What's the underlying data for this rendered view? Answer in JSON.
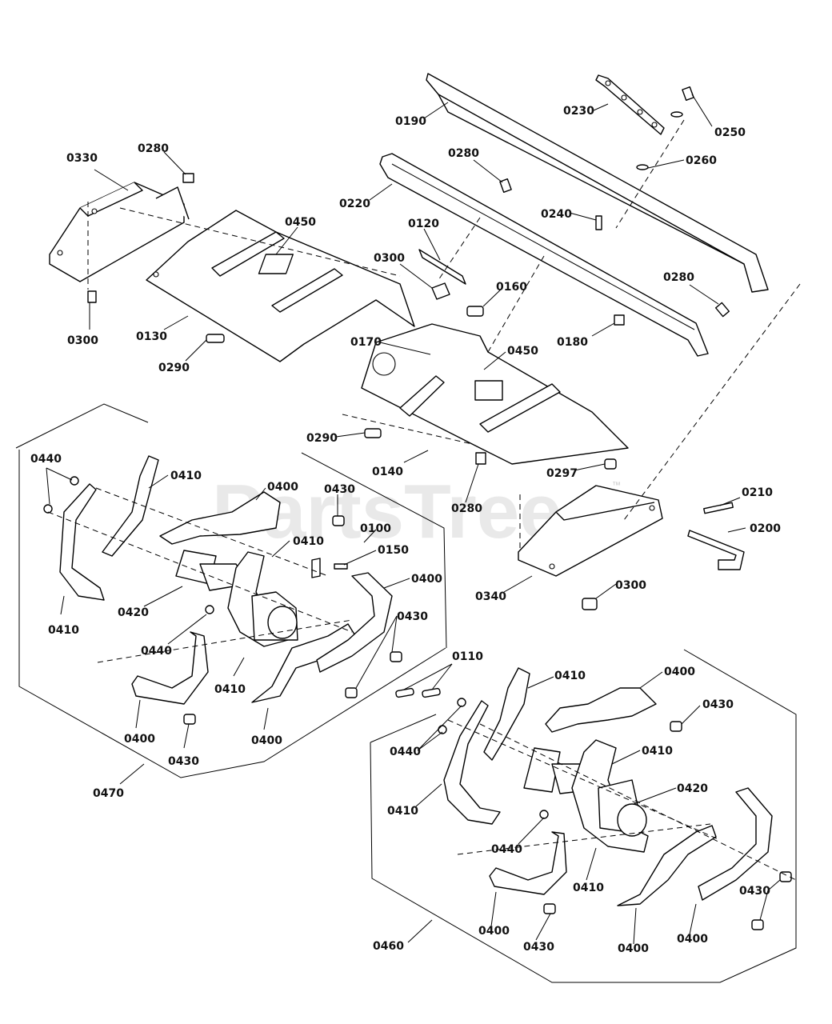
{
  "watermark": {
    "text": "PartsTree",
    "trademark": "™"
  },
  "callouts": {
    "c0330": "0330",
    "c0280a": "0280",
    "c0300a": "0300",
    "c0130": "0130",
    "c0450a": "0450",
    "c0290a": "0290",
    "c0190": "0190",
    "c0230": "0230",
    "c0250": "0250",
    "c0260": "0260",
    "c0280b": "0280",
    "c0220": "0220",
    "c0120": "0120",
    "c0300b": "0300",
    "c0240": "0240",
    "c0280c": "0280",
    "c0160": "0160",
    "c0180": "0180",
    "c0170": "0170",
    "c0450b": "0450",
    "c0290b": "0290",
    "c0140": "0140",
    "c0297": "0297",
    "c0280d": "0280",
    "c0210": "0210",
    "c0200": "0200",
    "c0340": "0340",
    "c0300c": "0300",
    "c0440a": "0440",
    "c0410a": "0410",
    "c0400a": "0400",
    "c0430a": "0430",
    "c0100": "0100",
    "c0410b": "0410",
    "c0150": "0150",
    "c0400b": "0400",
    "c0410c": "0410",
    "c0420a": "0420",
    "c0440b": "0440",
    "c0430b": "0430",
    "c0410d": "0410",
    "c0400c": "0400",
    "c0430c": "0430",
    "c0400d": "0400",
    "c0470": "0470",
    "c0110": "0110",
    "c0410e": "0410",
    "c0400e": "0400",
    "c0430d": "0430",
    "c0440c": "0440",
    "c0410f": "0410",
    "c0420b": "0420",
    "c0410g": "0410",
    "c0440d": "0440",
    "c0410h": "0410",
    "c0430e": "0430",
    "c0400f": "0400",
    "c0430f": "0430",
    "c0400g": "0400",
    "c0400h": "0400",
    "c0460": "0460"
  }
}
